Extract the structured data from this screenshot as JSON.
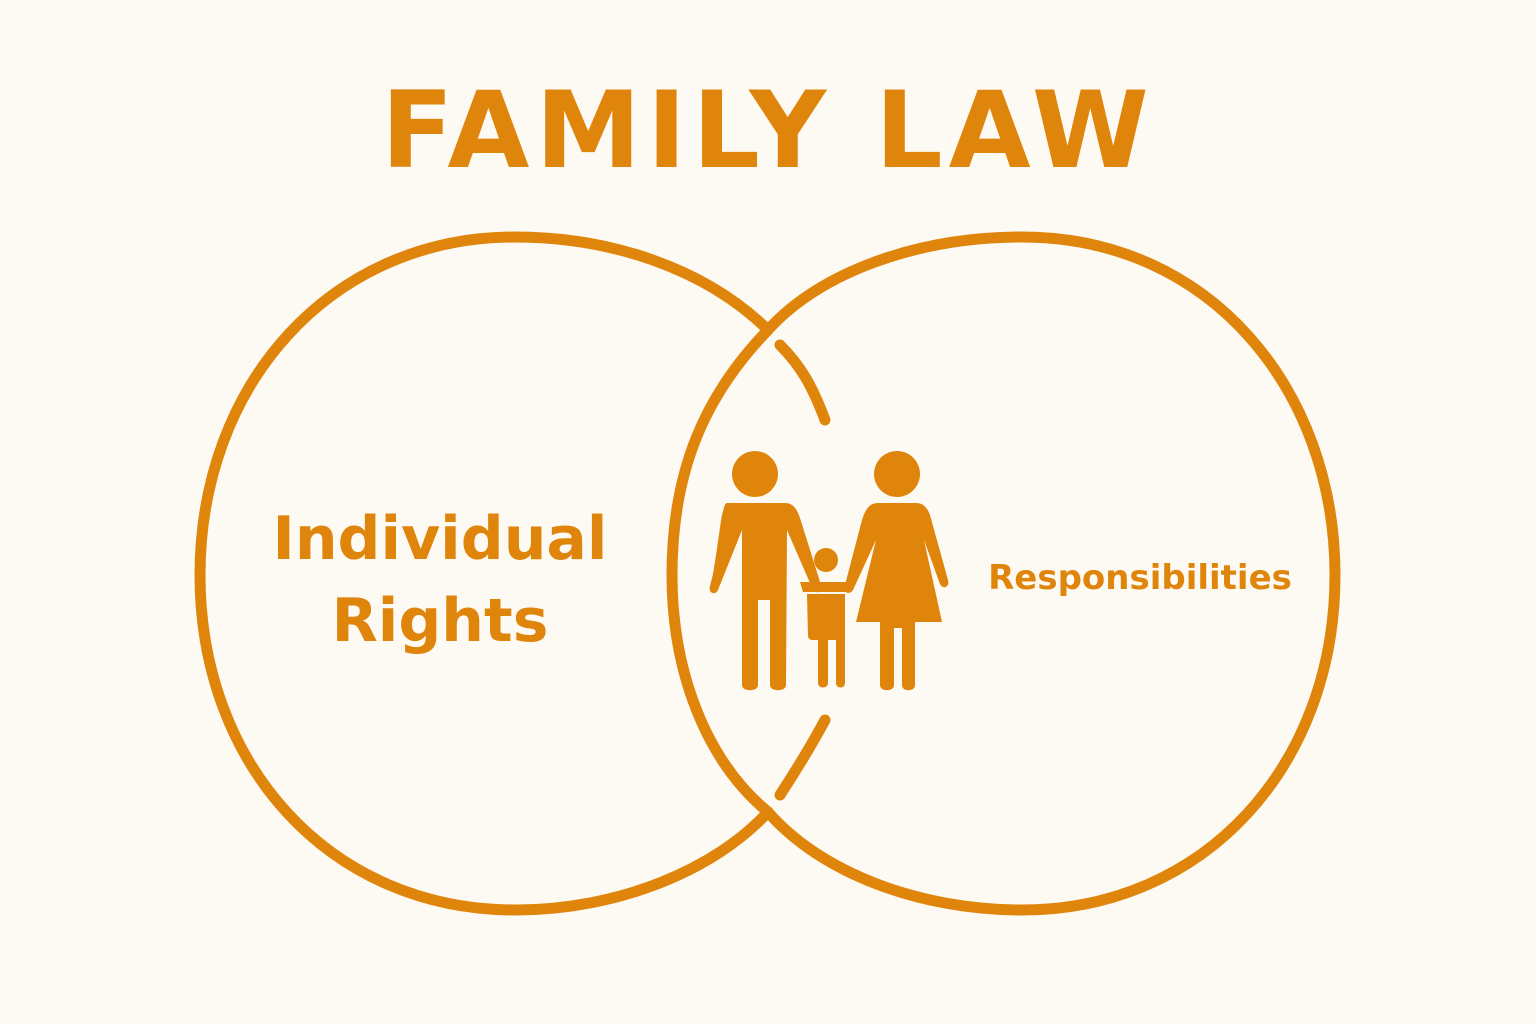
{
  "title": "FAMILY LAW",
  "left_circle": {
    "line1": "Individual",
    "line2": "Rights"
  },
  "right_circle": {
    "label": "Responsibilities"
  },
  "center_icon": "family-icon",
  "colors": {
    "accent": "#e0850b",
    "background": "#fdfaf4"
  }
}
